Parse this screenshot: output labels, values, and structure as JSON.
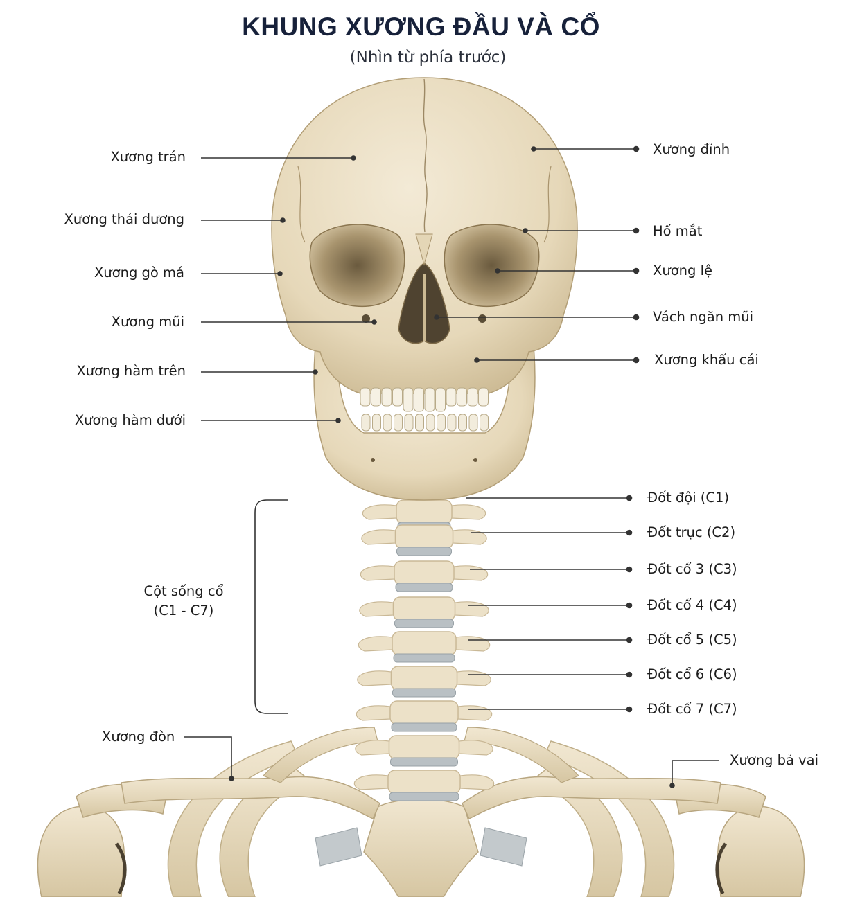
{
  "title": "KHUNG XƯƠNG ĐẦU VÀ CỔ",
  "subtitle": "(Nhìn từ phía trước)",
  "colors": {
    "bone": "#ece1c8",
    "bone_shadow": "#c9b896",
    "bone_dark": "#8e7b5a",
    "cartilage": "#b9c0c4",
    "line": "#333333",
    "title": "#17213a"
  },
  "labels": {
    "frontal": "Xương trán",
    "temporal": "Xương thái dương",
    "zygomatic": "Xương gò má",
    "nasal": "Xương mũi",
    "maxilla": "Xương hàm trên",
    "mandible": "Xương hàm dưới",
    "parietal": "Xương đỉnh",
    "orbit": "Hố mắt",
    "lacrimal": "Xương lệ",
    "septum": "Vách ngăn mũi",
    "palatine": "Xương khẩu cái",
    "c1": "Đốt đội (C1)",
    "c2": "Đốt trục (C2)",
    "c3": "Đốt cổ 3 (C3)",
    "c4": "Đốt cổ 4 (C4)",
    "c5": "Đốt cổ 5 (C5)",
    "c6": "Đốt cổ 6 (C6)",
    "c7": "Đốt cổ 7 (C7)",
    "cervical_line1": "Cột sống cổ",
    "cervical_line2": "(C1 - C7)",
    "clavicle": "Xương đòn",
    "scapula": "Xương bả vai"
  }
}
